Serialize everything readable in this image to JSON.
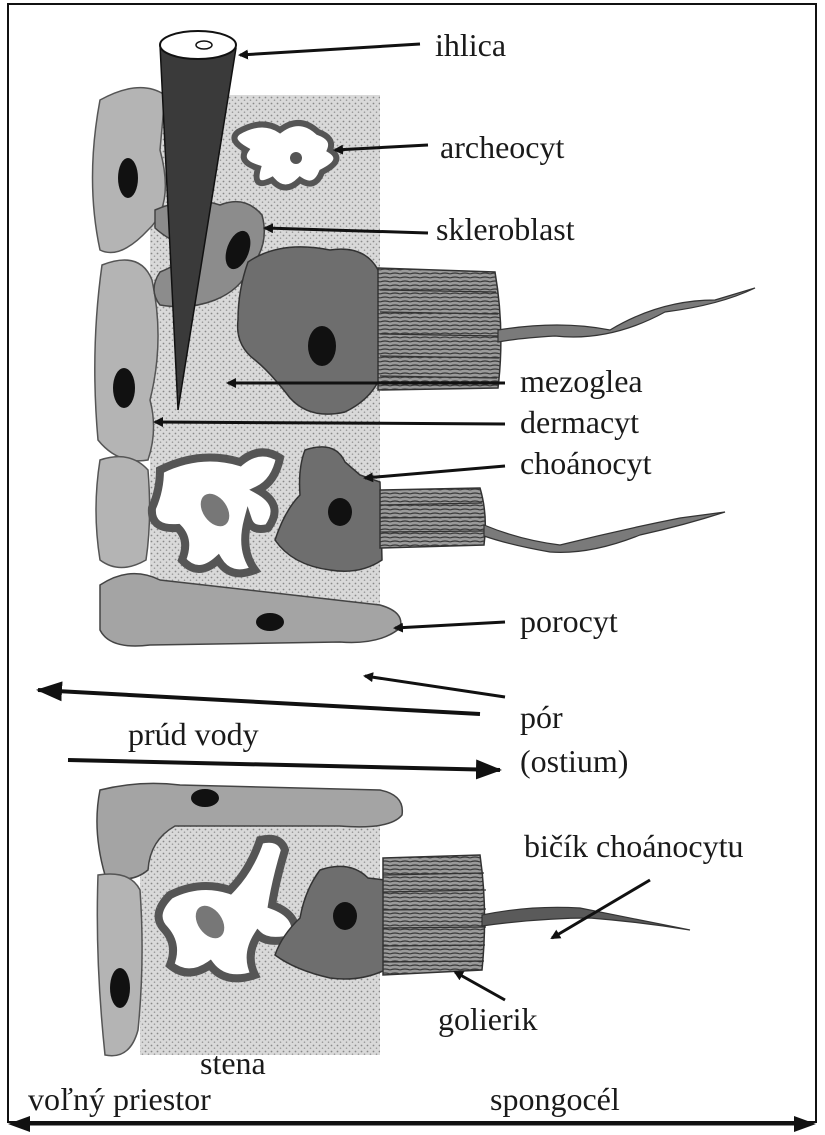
{
  "labels": {
    "ihlica": "ihlica",
    "archeocyt": "archeocyt",
    "skleroblast": "skleroblast",
    "mezoglea": "mezoglea",
    "dermacyt": "dermacyt",
    "choanocyt": "choánocyt",
    "porocyt": "porocyt",
    "por": "pór",
    "ostium": "(ostium)",
    "prud_vody": "prúd vody",
    "bicik": "bičík choánocytu",
    "golierik": "golierik",
    "stena": "stena",
    "volny_priestor": "voľný priestor",
    "spongocel": "spongocél"
  },
  "colors": {
    "epithelium": "#b4b4b4",
    "mesohyl": "#cfcfcf",
    "cell_dark": "#6e6e6e",
    "nucleus": "#111111",
    "spicule": "#3a3a3a",
    "archeocyte_outline": "#555555",
    "ink": "#111111"
  }
}
